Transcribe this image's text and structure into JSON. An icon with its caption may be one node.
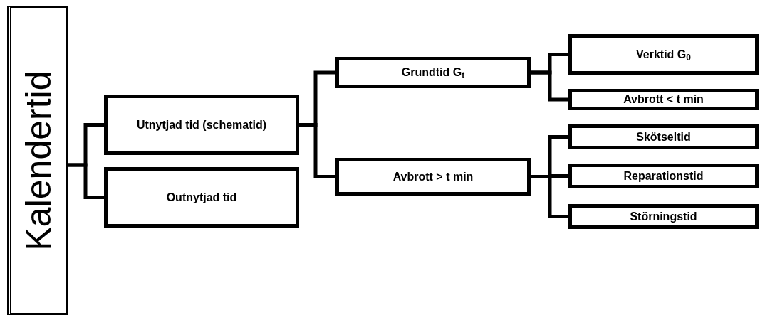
{
  "diagram": {
    "nodes": [
      {
        "text": [
          "Kalendertid"
        ]
      },
      {
        "text": [
          "Utnytjad tid (schematid)"
        ]
      },
      {
        "text": [
          "Outnytjad tid"
        ]
      },
      {
        "text": [
          "Grundtid G$_{t}$"
        ]
      },
      {
        "text": [
          "Avbrott > t min"
        ]
      },
      {
        "text": [
          "Verktid G$_{0}$"
        ]
      },
      {
        "text": [
          "Avbrott < t min"
        ]
      },
      {
        "text": [
          "Skötseltid"
        ]
      },
      {
        "text": [
          "Reparationstid"
        ]
      },
      {
        "text": [
          "Störningstid"
        ]
      }
    ],
    "edges": [
      {
        "from": 0,
        "to": 1,
        "arrow": "none"
      },
      {
        "from": 0,
        "to": 2,
        "arrow": "none"
      },
      {
        "from": 1,
        "to": 3,
        "arrow": "none"
      },
      {
        "from": 1,
        "to": 4,
        "arrow": "none"
      },
      {
        "from": 3,
        "to": 5,
        "arrow": "none"
      },
      {
        "from": 3,
        "to": 6,
        "arrow": "none"
      },
      {
        "from": 4,
        "to": 7,
        "arrow": "none"
      },
      {
        "from": 4,
        "to": 8,
        "arrow": "none"
      },
      {
        "from": 4,
        "to": 9,
        "arrow": "none"
      }
    ]
  }
}
